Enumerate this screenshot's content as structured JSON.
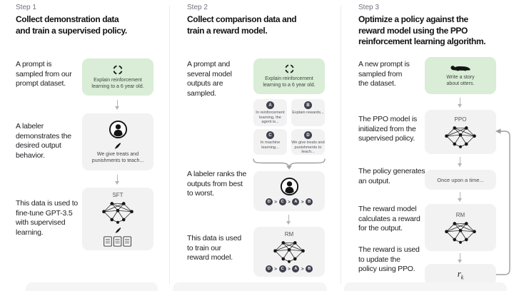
{
  "colors": {
    "background": "#ffffff",
    "box_gray": "#f2f2f3",
    "box_green": "#d9edd7",
    "badge_dark": "#3f414d",
    "arrow_gray": "#b4b4b8",
    "heading_text": "#121214",
    "step_text": "#70707c"
  },
  "icons": {
    "cycle-icon": "dashed circle (prompt sampling)",
    "labeler-icon": "person silhouette in circle",
    "pen-icon": "writing pen nib",
    "network-icon": "neural network node graph",
    "documents-icon": "three stacked documents",
    "otter-icon": "otter silhouette",
    "arrow-down-icon": "gray downward arrow",
    "brace-icon": "curly brace pointing down",
    "loop-arrow-icon": "feedback arrow from reward to PPO"
  },
  "steps": [
    {
      "step_label": "Step 1",
      "heading": "Collect demonstration data\nand train a supervised policy.",
      "annotations": [
        "A prompt is\nsampled from our\nprompt dataset.",
        "A labeler\ndemonstrates the\ndesired output\nbehavior.",
        "This data is used to\nfine-tune GPT-3.5\nwith supervised\nlearning."
      ],
      "flow": {
        "prompt_box": {
          "text": "Explain reinforcement\nlearning to a 6 year old."
        },
        "demo_box": {
          "text": "We give treats and\npunishments to teach..."
        },
        "sft_box": {
          "label": "SFT"
        }
      }
    },
    {
      "step_label": "Step 2",
      "heading": "Collect comparison data and\ntrain a reward model.",
      "annotations": [
        "A prompt and\nseveral model\noutputs are\nsampled.",
        "A labeler ranks the\noutputs from best\nto worst.",
        "This data is used\nto train our\nreward model."
      ],
      "flow": {
        "prompt_box": {
          "text": "Explain reinforcement\nlearning to a 6 year old."
        },
        "outputs": [
          {
            "letter": "A",
            "text": "In reinforcement\nlearning, the\nagent is..."
          },
          {
            "letter": "B",
            "text": "Explain rewards..."
          },
          {
            "letter": "C",
            "text": "In machine\nlearning..."
          },
          {
            "letter": "D",
            "text": "We give treats and\npunishments to\nteach..."
          }
        ],
        "ranking": {
          "letters": [
            "D",
            "C",
            "A",
            "B"
          ],
          "separator": ">"
        },
        "rm_box": {
          "label": "RM"
        }
      }
    },
    {
      "step_label": "Step 3",
      "heading": "Optimize a policy against the\nreward model using the PPO\nreinforcement learning algorithm.",
      "annotations": [
        "A new prompt is\nsampled from\nthe dataset.",
        "The PPO model is\ninitialized from the\nsupervised policy.",
        "The policy generates\nan output.",
        "The reward model\ncalculates a reward\nfor the output.",
        "The reward is used\nto update the\npolicy using PPO."
      ],
      "flow": {
        "prompt_box": {
          "text": "Write a story\nabout otters."
        },
        "ppo_box": {
          "label": "PPO"
        },
        "output_box": {
          "text": "Once upon a time..."
        },
        "rm_box": {
          "label": "RM"
        },
        "reward_box": {
          "base": "r",
          "subscript": "k"
        }
      }
    }
  ]
}
